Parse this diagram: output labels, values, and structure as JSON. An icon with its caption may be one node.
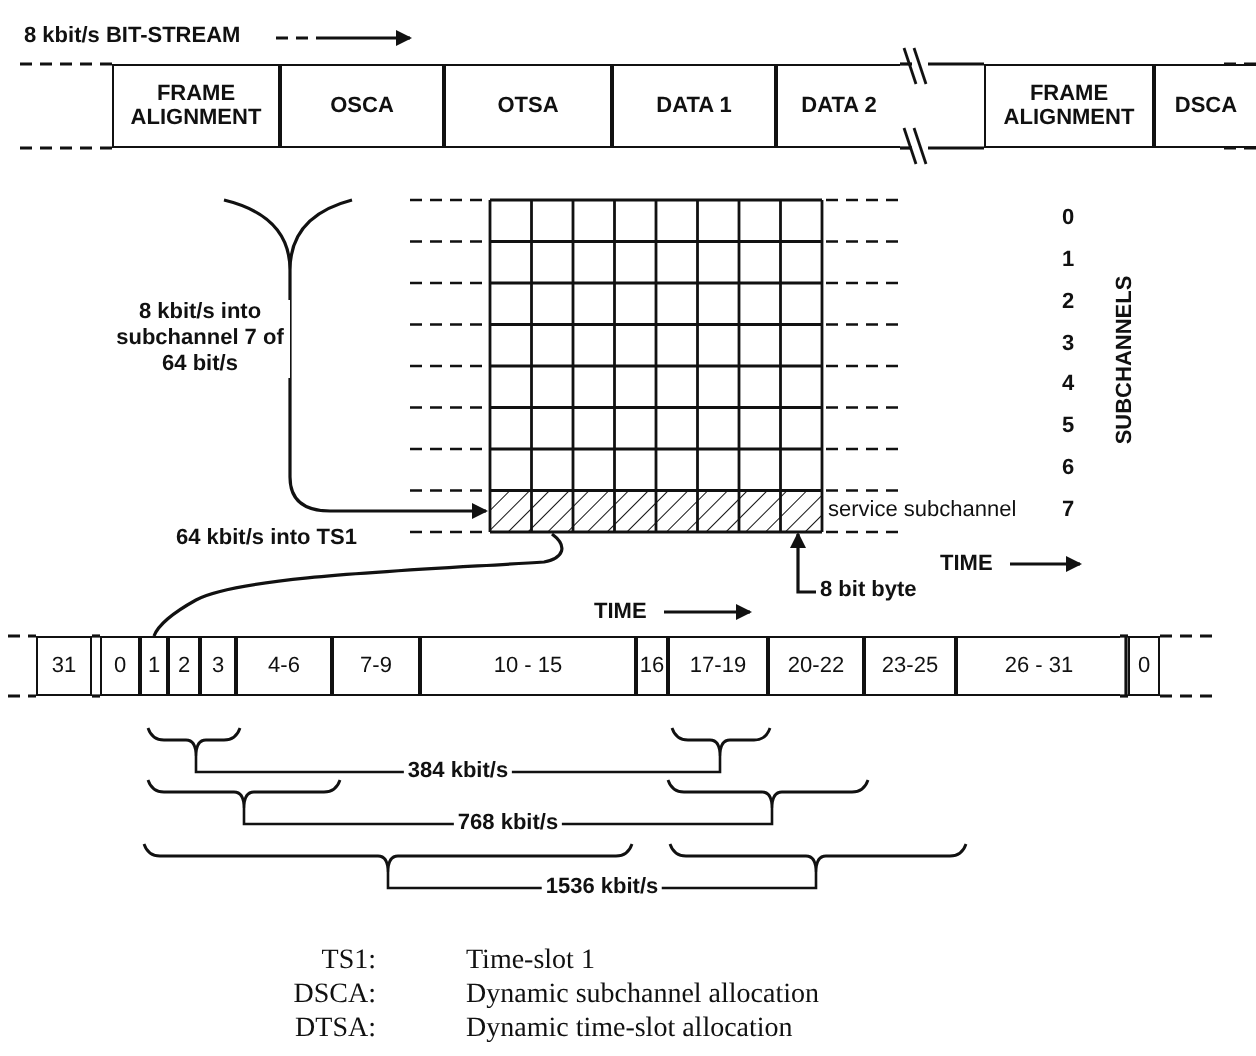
{
  "diagram": {
    "nodes": [
      {
        "text": [
          "FRAME ALIGNMENT"
        ]
      },
      {
        "text": [
          "OSCA"
        ]
      },
      {
        "text": [
          "OTSA"
        ]
      },
      {
        "text": [
          "DATA 1"
        ]
      },
      {
        "text": [
          "DATA 2"
        ]
      },
      {
        "text": [
          "FRAME ALIGNMENT"
        ]
      },
      {
        "text": [
          "DSCA"
        ]
      },
      {
        "text": [],
        "shape": "box"
      },
      {
        "text": [],
        "shape": "bar",
        "in": 7,
        "beside": [
          "service subchannel"
        ]
      },
      {
        "text": [
          "31"
        ]
      },
      {
        "text": [
          "0"
        ]
      },
      {
        "text": [
          "1"
        ]
      },
      {
        "text": [
          "2"
        ]
      },
      {
        "text": [
          "3"
        ]
      },
      {
        "text": [
          "4-6"
        ]
      },
      {
        "text": [
          "7-9"
        ]
      },
      {
        "text": [
          "10 - 15"
        ]
      },
      {
        "text": [
          "16"
        ]
      },
      {
        "text": [
          "17-19"
        ]
      },
      {
        "text": [
          "20-22"
        ]
      },
      {
        "text": [
          "23-25"
        ]
      },
      {
        "text": [
          "26 - 31"
        ]
      },
      {
        "text": [
          "0"
        ]
      },
      {
        "text": [
          "8 bit byte"
        ]
      }
    ],
    "edges": [
      {
        "from": null,
        "to": 8,
        "arrow": "to",
        "label": "8 kbit/s into subchannel 7 of 64 bit/s"
      },
      {
        "from": 8,
        "to": 11,
        "arrow": "none",
        "label": "64 kbit/s into TS1"
      },
      {
        "from": 23,
        "to": 7,
        "arrow": "to"
      }
    ],
    "labels": [
      "8 kbit/s BIT-STREAM",
      "0",
      "1",
      "2",
      "3",
      "4",
      "5",
      "6",
      "7",
      "SUBCHANNELS",
      "TIME",
      "TIME",
      "384 kbit/s",
      "768 kbit/s",
      "1536 kbit/s",
      "TS1:",
      "Time-slot 1",
      "DSCA:",
      "Dynamic subchannel allocation",
      "DTSA:",
      "Dynamic time-slot allocation"
    ]
  }
}
